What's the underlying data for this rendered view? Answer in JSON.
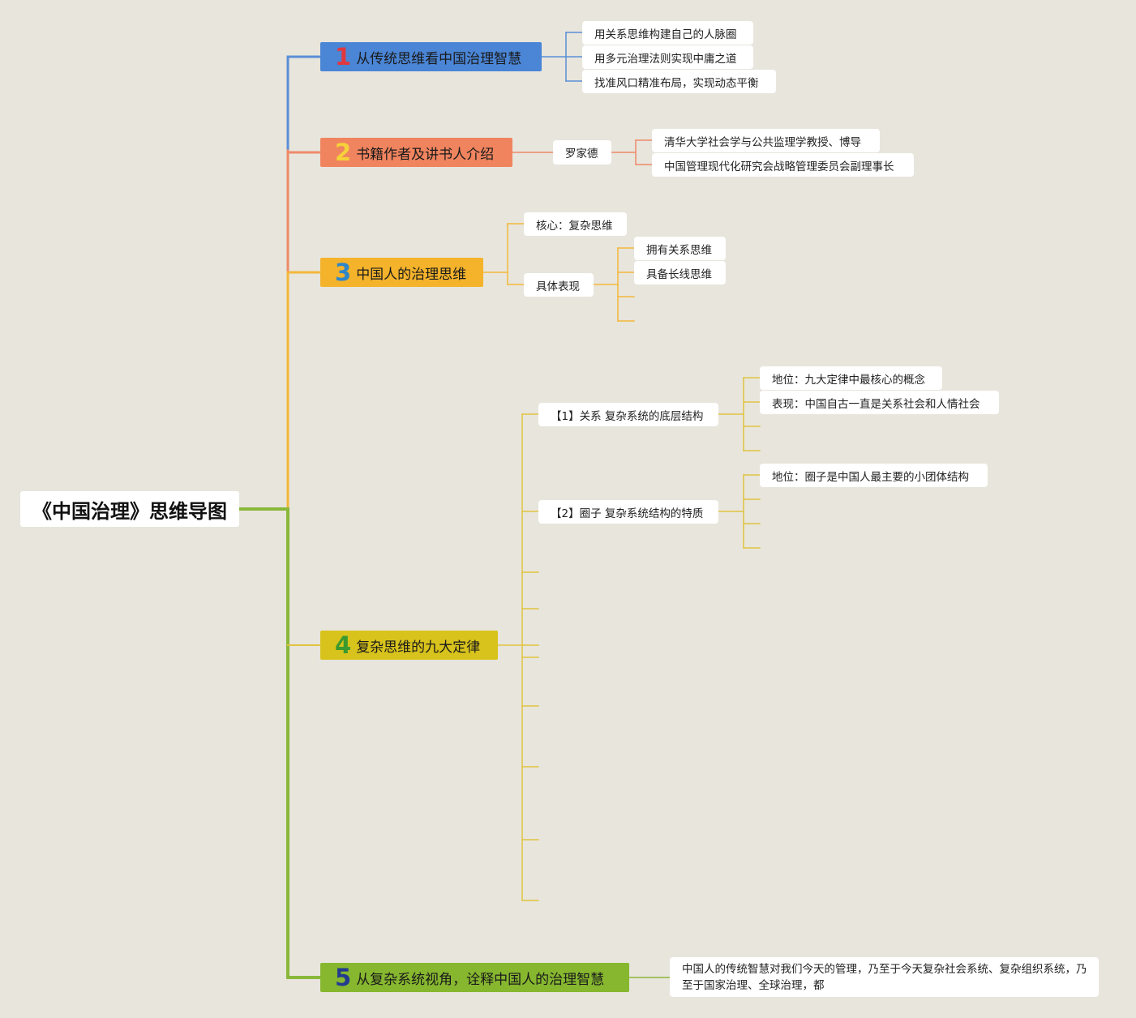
{
  "root": {
    "title": "《中国治理》思维导图"
  },
  "branches": [
    {
      "num": "1",
      "label": "从传统思维看中国治理智慧",
      "bg": "#4a85d6",
      "num_color": "#e0383e",
      "line_color": "#5b8fd6",
      "children": [
        "用关系思维构建自己的人脉圈",
        "用多元治理法则实现中庸之道",
        "找准风口精准布局，实现动态平衡"
      ]
    },
    {
      "num": "2",
      "label": "书籍作者及讲书人介绍",
      "bg": "#f0845f",
      "num_color": "#f5d23a",
      "line_color": "#ee8a6a",
      "children": [
        {
          "label": "罗家德",
          "children": [
            "清华大学社会学与公共监理学教授、博导",
            "中国管理现代化研究会战略管理委员会副理事长"
          ]
        }
      ]
    },
    {
      "num": "3",
      "label": "中国人的治理思维",
      "bg": "#f4b32b",
      "num_color": "#2f86c9",
      "line_color": "#f3b83a",
      "children": [
        {
          "label": "核心：复杂思维"
        },
        {
          "label": "具体表现",
          "children": [
            "拥有关系思维",
            "具备长线思维"
          ]
        }
      ]
    },
    {
      "num": "4",
      "label": "复杂思维的九大定律",
      "bg": "#d8c31c",
      "num_color": "#3b9a2e",
      "line_color": "#e0c440",
      "children": [
        {
          "label": "【1】关系 复杂系统的底层结构",
          "children": [
            "地位：九大定律中最核心的概念",
            "表现：中国自古一直是关系社会和人情社会"
          ]
        },
        {
          "label": "【2】圈子 复杂系统结构的特质",
          "children": [
            "地位：圈子是中国人最主要的小团体结构"
          ]
        }
      ]
    },
    {
      "num": "5",
      "label": "从复杂系统视角，诠释中国人的治理智慧",
      "bg": "#86b72f",
      "num_color": "#233b8f",
      "line_color": "#8ab83a",
      "children": [
        "中国人的传统智慧对我们今天的管理，乃至于今天复杂社会系统、复杂组织系统，乃至于国家治理、全球治理，都"
      ]
    }
  ]
}
